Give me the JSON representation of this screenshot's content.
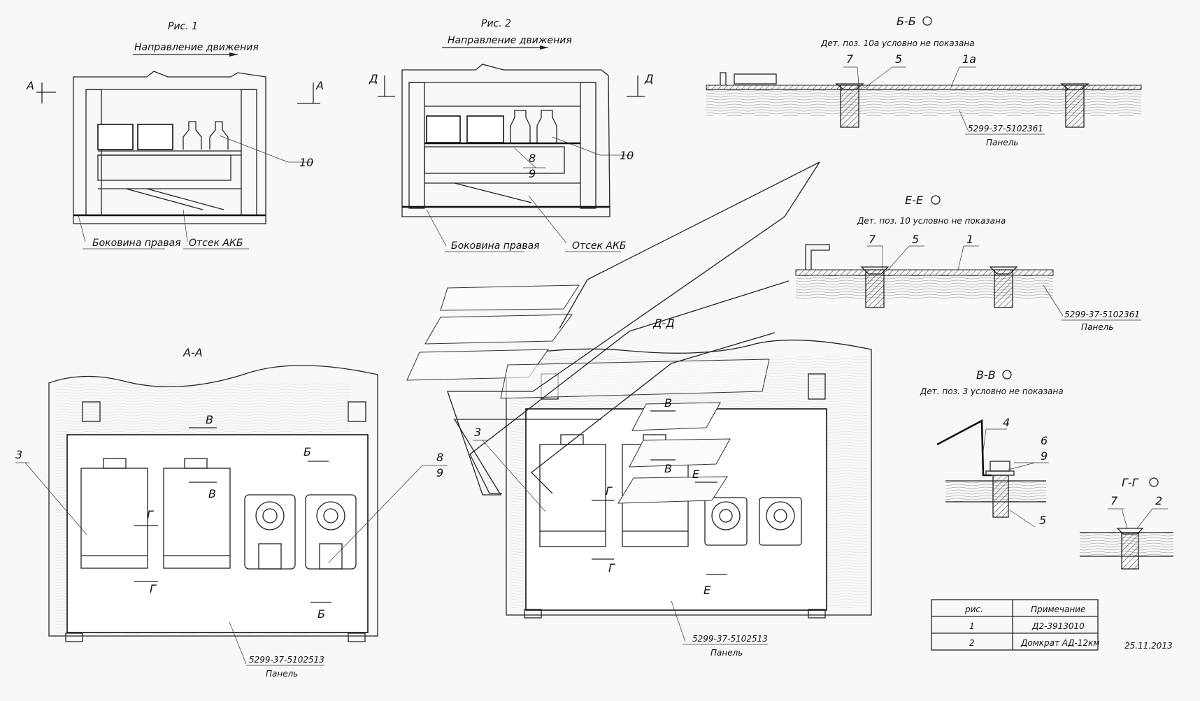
{
  "fig1": {
    "title": "Рис. 1",
    "direction": "Направление движения",
    "section_mark": "А",
    "callout_10": "10",
    "side_label": "Боковина правая",
    "akb_label": "Отсек АКБ"
  },
  "fig2": {
    "title": "Рис. 2",
    "direction": "Направление движения",
    "section_mark": "Д",
    "callout_8": "8",
    "callout_9": "9",
    "callout_10": "10",
    "side_label": "Боковина правая",
    "akb_label": "Отсек АКБ"
  },
  "sections": {
    "bb": {
      "title": "Б-Б",
      "note": "Дет. поз. 10а условно не показана",
      "c7": "7",
      "c5": "5",
      "c1a": "1а",
      "part": "5299-37-5102361",
      "part_name": "Панель"
    },
    "ee": {
      "title": "Е-Е",
      "note": "Дет. поз. 10 условно не показана",
      "c7": "7",
      "c5": "5",
      "c1": "1",
      "part": "5299-37-5102361",
      "part_name": "Панель"
    },
    "vv": {
      "title": "В-В",
      "note": "Дет. поз. 3 условно не показана",
      "c4": "4",
      "c6": "6",
      "c9": "9",
      "c5": "5"
    },
    "gg": {
      "title": "Г-Г",
      "c7": "7",
      "c2": "2"
    }
  },
  "view_aa": {
    "title": "А-А",
    "callout_3": "3",
    "callout_8": "8",
    "callout_9": "9",
    "cut_v": "В",
    "cut_b": "Б",
    "cut_g": "Г",
    "part": "5299-37-5102513",
    "part_name": "Панель"
  },
  "view_dd": {
    "title": "Д-Д",
    "callout_3": "3",
    "cut_v": "В",
    "cut_g": "Г",
    "cut_e": "Е",
    "part": "5299-37-5102513",
    "part_name": "Панель"
  },
  "table": {
    "headers": [
      "рис.",
      "Примечание"
    ],
    "rows": [
      {
        "fig": "1",
        "note": "Д2-3913010"
      },
      {
        "fig": "2",
        "note": "Домкрат АД-12км"
      }
    ]
  },
  "date": "25.11.2013"
}
